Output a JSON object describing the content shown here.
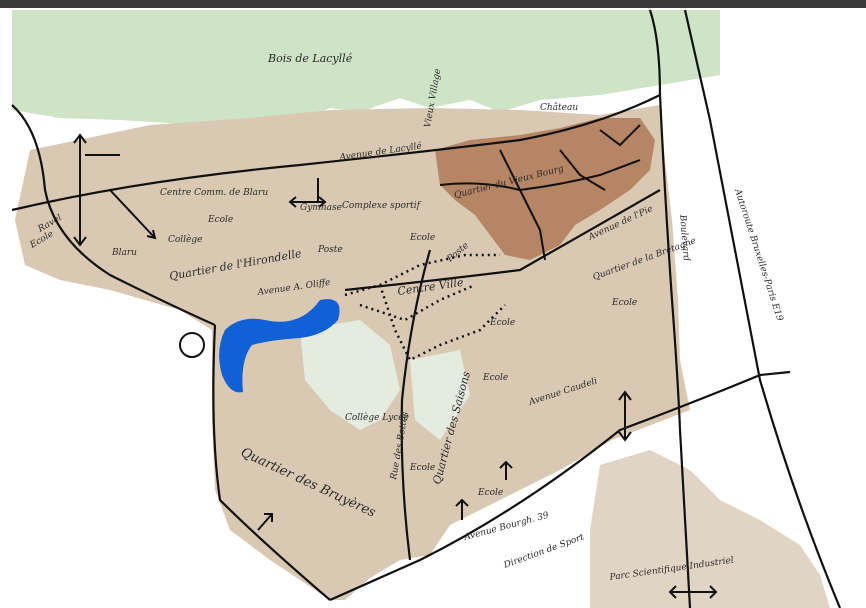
{
  "map": {
    "colors": {
      "frame": "#3a3a3a",
      "paper": "#ffffff",
      "forest": "#cfe3c6",
      "urban": "#d9c9b3",
      "urban_dark": "#c9ad8f",
      "old_town": "#b58564",
      "park": "#e4ece0",
      "water": "#1060d8",
      "road": "#111111"
    },
    "labels": {
      "forest": "Bois de Lacyllé",
      "avenue_north": "Avenue de Lacyllé",
      "centre_commercial": "Centre Comm. de Blaru",
      "ecole_nw": "Ecole",
      "college": "Collège",
      "blaru": "Blaru",
      "ecole_w": "Ecole",
      "quartier_hirondelle": "Quartier de l'Hirondelle",
      "gymnase": "Gymnase",
      "complexe_sportif": "Complexe sportif",
      "poste": "Poste",
      "vieux_village": "Vieux Village",
      "ecole_centre": "Ecole",
      "avenue_a_oliffe": "Avenue A. Oliffe",
      "centre_ville": "Centre Ville",
      "poste_c": "Poste",
      "quartier_vieux": "Quartier du Vieux Bourg",
      "avenue_pie": "Avenue de l'Pie",
      "quartier_bretagne": "Quartier de la Bretagne",
      "ecole_e": "Ecole",
      "ecole_mid": "Ecole",
      "quartier_saisons": "Quartier des Saisons",
      "ecole_s": "Ecole",
      "ecole_ss": "Ecole",
      "avenue_caudeli": "Avenue Caudeli",
      "collége_lycée": "Collège Lycée",
      "bd_est": "Boulevard",
      "autoroute": "Autoroute Bruxelles-Paris E19",
      "quartier_bruyeres": "Quartier des Bruyères",
      "ecole_brux": "Ecole",
      "av_bourgh": "Avenue Bourgh. 39",
      "direction_sport": "Direction de Sport",
      "zone_industriel": "Parc Scientifique Industriel",
      "rue_bottes": "Rue des Bottes",
      "chateau": "Château",
      "ravel": "Ravel"
    }
  }
}
